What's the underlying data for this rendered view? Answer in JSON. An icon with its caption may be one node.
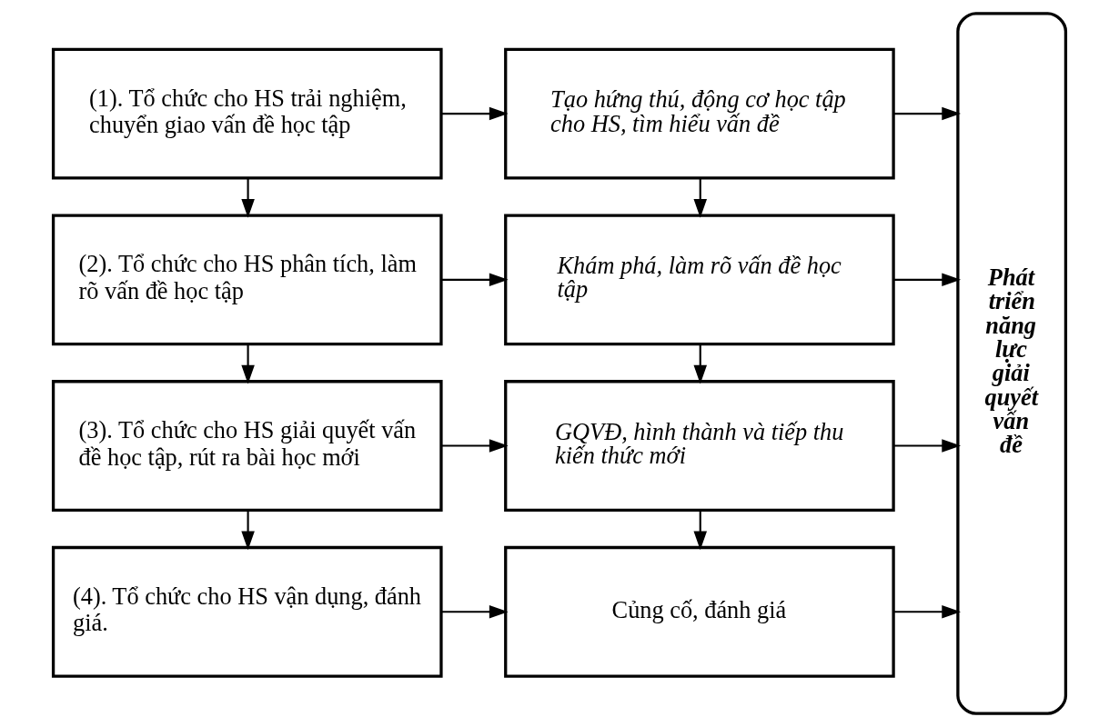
{
  "diagram": {
    "nodes": [
      {
        "text": [
          "(1). Tổ chức cho HS trải nghiệm, chuyển giao vấn đề học tập"
        ]
      },
      {
        "text": [
          "(2). Tổ chức cho HS phân tích, làm rõ vấn đề học tập"
        ]
      },
      {
        "text": [
          "(3). Tổ chức cho HS giải quyết vấn đề học tập, rút ra bài học mới"
        ]
      },
      {
        "text": [
          "(4). Tổ chức cho HS vận dụng, đánh giá."
        ]
      },
      {
        "text": [
          "Tạo hứng thú, động cơ học tập cho HS, tìm hiểu vấn đề"
        ]
      },
      {
        "text": [
          "Khám phá, làm rõ vấn đề học tập"
        ]
      },
      {
        "text": [
          "GQVĐ, hình thành và tiếp thu kiến thức mới"
        ]
      },
      {
        "text": [
          "Củng cố, đánh giá"
        ]
      },
      {
        "text": [
          "Phát triển năng lực giải quyết vấn đề"
        ]
      }
    ],
    "edges": [
      {
        "from": 0,
        "to": 1,
        "arrow": "to"
      },
      {
        "from": 1,
        "to": 2,
        "arrow": "to"
      },
      {
        "from": 2,
        "to": 3,
        "arrow": "to"
      },
      {
        "from": 4,
        "to": 5,
        "arrow": "to"
      },
      {
        "from": 5,
        "to": 6,
        "arrow": "to"
      },
      {
        "from": 6,
        "to": 7,
        "arrow": "to"
      },
      {
        "from": 0,
        "to": 4,
        "arrow": "to"
      },
      {
        "from": 1,
        "to": 5,
        "arrow": "to"
      },
      {
        "from": 2,
        "to": 6,
        "arrow": "to"
      },
      {
        "from": 3,
        "to": 7,
        "arrow": "to"
      },
      {
        "from": 4,
        "to": 8,
        "arrow": "to"
      },
      {
        "from": 5,
        "to": 8,
        "arrow": "to"
      },
      {
        "from": 6,
        "to": 8,
        "arrow": "to"
      },
      {
        "from": 7,
        "to": 8,
        "arrow": "to"
      }
    ]
  }
}
